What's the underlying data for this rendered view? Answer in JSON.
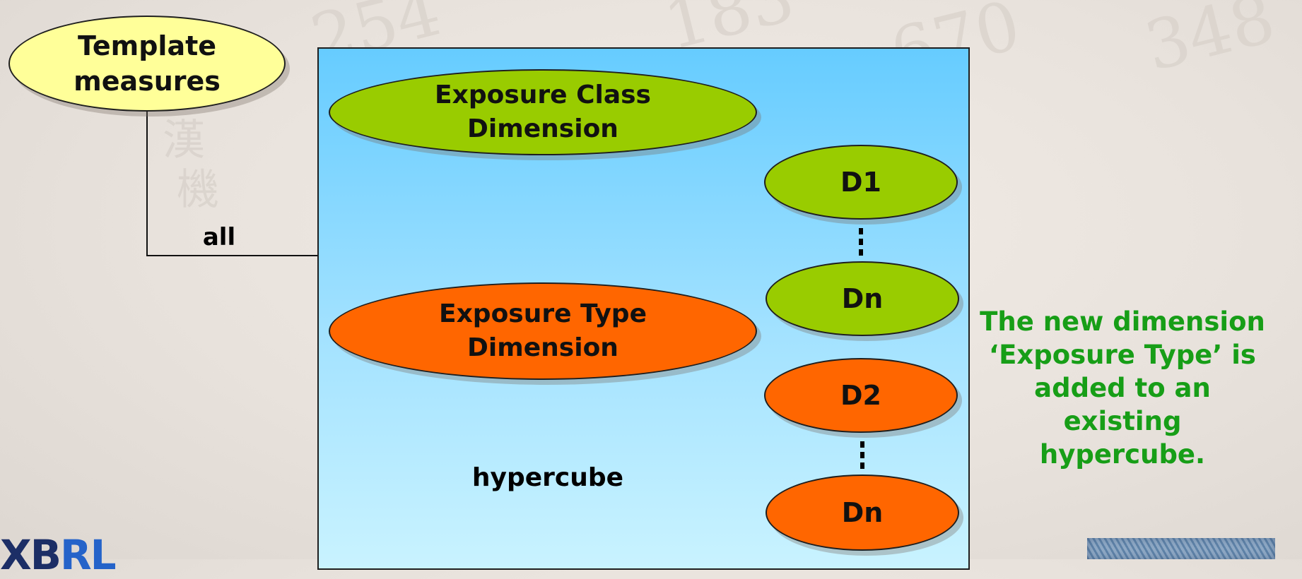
{
  "diagram": {
    "template": {
      "line1": "Template",
      "line2": "measures"
    },
    "edge_label": "all",
    "hypercube_label": "hypercube",
    "exposure_class": {
      "line1": "Exposure Class",
      "line2": "Dimension"
    },
    "exposure_type": {
      "line1": "Exposure Type",
      "line2": "Dimension"
    },
    "class_members": [
      "D1",
      "Dn"
    ],
    "type_members": [
      "D2",
      "Dn"
    ]
  },
  "callout": {
    "lines": [
      "The new dimension",
      "‘Exposure Type’ is",
      "added to an",
      "existing",
      "hypercube."
    ]
  },
  "logo": {
    "left": "XB",
    "right": "RL"
  },
  "colors": {
    "class_green": "#99cc00",
    "type_orange": "#ff6600",
    "template_yellow": "#ffff99",
    "hypercube_blue": "#66ccff",
    "callout_green": "#179e17"
  }
}
